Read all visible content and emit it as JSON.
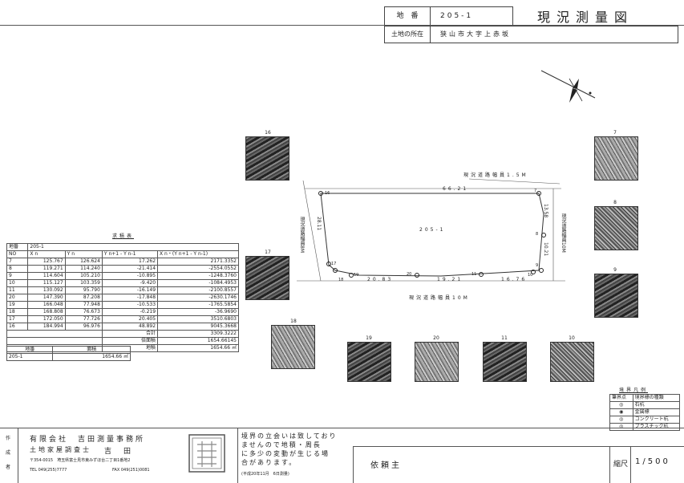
{
  "header": {
    "chiban_label": "地　番",
    "chiban_value": "205-1",
    "title": "現況測量図",
    "location_label": "土地の所在",
    "location_value": "狭山市大字上赤坂"
  },
  "map": {
    "parcel_id": "205-1",
    "road_top": "現況道路幅員1.5M",
    "road_bottom": "現況道路幅員10M",
    "road_left": "現況道路幅員8M",
    "road_right": "現況道路幅員10M",
    "dim_top": "66.21",
    "dim_left": "28.11",
    "dim_right_upper": "13.58",
    "dim_right_lower": "10.21",
    "dim_bottom_1": "20.83",
    "dim_bottom_2": "19.21",
    "dim_bottom_3": "16.76",
    "points": [
      "16",
      "7",
      "8",
      "9",
      "10",
      "11",
      "20",
      "19",
      "18",
      "17"
    ]
  },
  "photos": [
    "16",
    "7",
    "8",
    "9",
    "17",
    "18",
    "19",
    "20",
    "11",
    "10"
  ],
  "coord_table": {
    "title": "求積表",
    "chiban_label": "地番",
    "chiban_value": "205-1",
    "headers": [
      "NO",
      "X n",
      "Y n",
      "Y n+1 - Y n-1",
      "X n・(Y n+1 - Y n-1)"
    ],
    "rows": [
      [
        "7",
        "125.767",
        "126.624",
        "17.262",
        "2171.3352"
      ],
      [
        "8",
        "119.271",
        "114.240",
        "-21.414",
        "-2554.0552"
      ],
      [
        "9",
        "114.604",
        "105.210",
        "-10.895",
        "-1248.3760"
      ],
      [
        "10",
        "115.127",
        "103.359",
        "-9.420",
        "-1084.4953"
      ],
      [
        "11",
        "130.092",
        "95.790",
        "-16.149",
        "-2100.8557"
      ],
      [
        "20",
        "147.390",
        "87.208",
        "-17.848",
        "-2630.1746"
      ],
      [
        "19",
        "166.048",
        "77.948",
        "-10.533",
        "-1765.5854"
      ],
      [
        "18",
        "168.808",
        "76.673",
        "-0.219",
        "-36.9690"
      ],
      [
        "17",
        "172.050",
        "77.726",
        "20.405",
        "3510.6803"
      ],
      [
        "16",
        "184.994",
        "96.976",
        "48.892",
        "9045.3668"
      ]
    ],
    "total_label": "合計",
    "total_value": "3309.3222",
    "double_area_label": "倍面積",
    "double_area_value": "1654.66145",
    "area_label": "地積",
    "area_value": "1654.66",
    "area_unit": "㎡"
  },
  "summary_table": {
    "col1": "地番",
    "col2": "面積",
    "chiban": "205-1",
    "area": "1654.66",
    "unit": "㎡"
  },
  "legend": {
    "title": "境界凡例",
    "col1": "筆界点",
    "col2": "境界標の種類",
    "rows": [
      [
        "◎",
        "石杭"
      ],
      [
        "◉",
        "金属標"
      ],
      [
        "◎",
        "コンクリート杭"
      ],
      [
        "◎",
        "プラスチック杭"
      ]
    ]
  },
  "footer": {
    "side_labels": [
      "作",
      "成",
      "者"
    ],
    "company": "有限会社　吉田測量事務所",
    "role": "土地家屋調査士",
    "surveyor": "吉　田",
    "address": "〒354-0015　埼玉県富士見市東みずほ台二丁目1番地2",
    "tel": "TEL 049(255)7777",
    "fax": "FAX 049(251)0081",
    "note_lines": [
      "境界の立会いは致しており",
      "ませんので地積・周長",
      "に多少の変動が生じる場",
      "合があります。"
    ],
    "note_date": "(平成20年11月　6日測量)",
    "client_label": "依頼主",
    "scale_label": "縮尺",
    "scale_value": "1/500"
  }
}
